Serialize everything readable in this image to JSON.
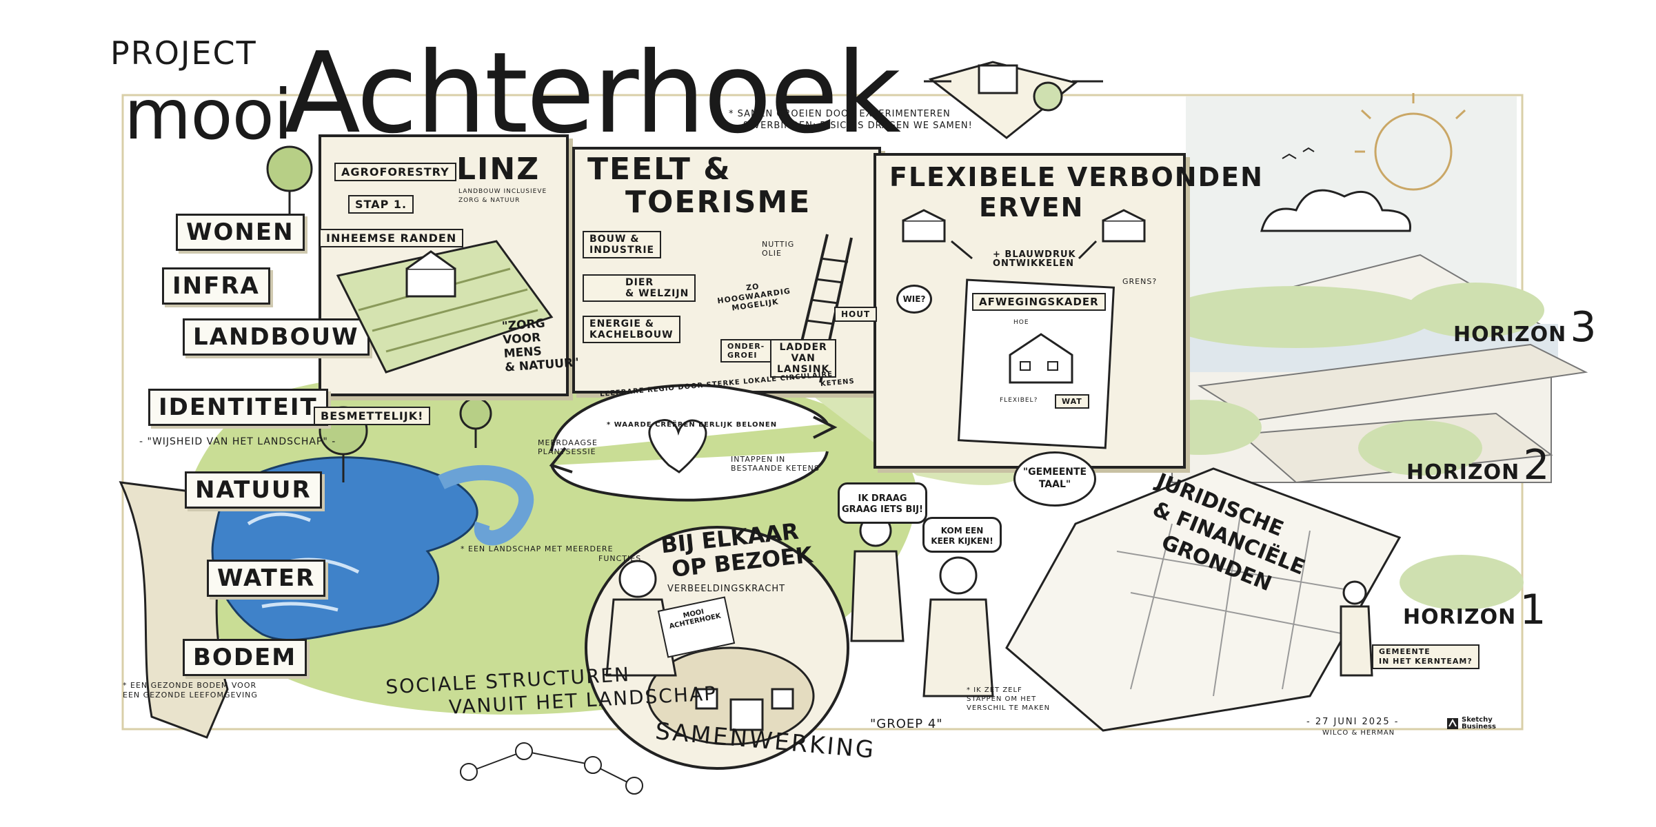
{
  "header": {
    "project": "PROJECT",
    "mooi": "mooi",
    "title": "Achterhoek"
  },
  "top_note": {
    "line1": "* SAMEN GROEIEN DOOR EXPERIMENTEREN",
    "line2": "& VERBINDEN: RISICO'S DRAGEN WE SAMEN!"
  },
  "themes": [
    {
      "name": "theme-wonen",
      "label": "WONEN"
    },
    {
      "name": "theme-infra",
      "label": "INFRA"
    },
    {
      "name": "theme-landbouw",
      "label": "LANDBOUW"
    },
    {
      "name": "theme-identiteit",
      "label": "IDENTITEIT"
    },
    {
      "name": "theme-natuur",
      "label": "NATUUR"
    },
    {
      "name": "theme-water",
      "label": "WATER"
    },
    {
      "name": "theme-bodem",
      "label": "BODEM"
    }
  ],
  "wijsheid": "- \"WIJSHEID VAN HET LANDSCHAP\" -",
  "bodem_note": {
    "line1": "* EEN GEZONDE BODEM VOOR",
    "line2": "EEN GEZONDE LEEFOMGEVING"
  },
  "panel_linz": {
    "title": "LINZ",
    "subtitle1": "LANDBOUW INCLUSIEVE",
    "subtitle2": "ZORG & NATUUR",
    "tag_agroforestry": "AGROFORESTRY",
    "tag_stap": "STAP 1.",
    "tag_inheemse": "INHEEMSE RANDEN",
    "quote1": "\"ZORG",
    "quote2": "VOOR",
    "quote3": "MENS",
    "quote4": "& NATUUR\""
  },
  "besmettelijk": "BESMETTELIJK!",
  "panel_teelt": {
    "title1": "TEELT &",
    "title2": "TOERISME",
    "tag_bouw1": "BOUW &",
    "tag_bouw2": "INDUSTRIE",
    "tag_dier1": "DIER",
    "tag_dier2": "& WELZIJN",
    "tag_energie1": "ENERGIE &",
    "tag_energie2": "KACHELBOUW",
    "nuttig1": "NUTTIG",
    "nuttig2": "OLIE",
    "hoogw1": "ZO",
    "hoogw2": "HOOGWAARDIG",
    "hoogw3": "MOGELIJK",
    "hout": "HOUT",
    "ladder1": "LADDER",
    "ladder2": "VAN",
    "ladder3": "LANSINK",
    "onder1": "ONDER-",
    "onder2": "GROEI"
  },
  "cycle": {
    "line1": "LEEFBARE REGIO DOOR STERKE LOKALE CIRCULAIRE",
    "line2": "KETENS",
    "waarde": "* WAARDE CREËREN EERLIJK BELONEN",
    "meerdaagse1": "MEERDAAGSE",
    "meerdaagse2": "PLANTSESSIE",
    "intappen1": "INTAPPEN IN",
    "intappen2": "BESTAANDE KETENS"
  },
  "panel_erven": {
    "title1": "FLEXIBELE VERBONDEN",
    "title2": "ERVEN",
    "blauwdruk1": "+ BLAUWDRUK",
    "blauwdruk2": "ONTWIKKELEN",
    "grens": "GRENS?",
    "wie": "WIE?",
    "afweging": "AFWEGINGSKADER",
    "hoe": "HOE",
    "wat": "WAT",
    "flexibel": "FLEXIBEL?"
  },
  "gemeente_taal1": "\"GEMEENTE",
  "gemeente_taal2": "TAAL\"",
  "landschap_note1": "* EEN LANDSCHAP MET MEERDERE",
  "landschap_note2": "FUNCTIES",
  "bezoek": {
    "line1": "BIJ ELKAAR",
    "line2": "OP BEZOEK",
    "verbeelding": "VERBEELDINGSKRACHT",
    "card1": "MOOI",
    "card2": "ACHTERHOEK"
  },
  "sociale1": "SOCIALE STRUCTUREN",
  "sociale2": "VANUIT HET LANDSCHAP",
  "samenwerking": "SAMENWERKING",
  "speech_draag1": "IK DRAAG",
  "speech_draag2": "GRAAG IETS BIJ!",
  "speech_kom1": "KOM EEN",
  "speech_kom2": "KEER KIJKEN!",
  "groep": "\"GROEP 4\"",
  "stappen_note1": "* IK ZET ZELF",
  "stappen_note2": "STAPPEN OM HET",
  "stappen_note3": "VERSCHIL TE MAKEN",
  "juridische1": "JURIDISCHE",
  "juridische2": "& FINANCIËLE",
  "juridische3": "GRONDEN",
  "horizons": [
    {
      "label": "HORIZON",
      "num": "3"
    },
    {
      "label": "HORIZON",
      "num": "2"
    },
    {
      "label": "HORIZON",
      "num": "1"
    }
  ],
  "gemeente_kern1": "GEMEENTE",
  "gemeente_kern2": "IN HET KERNTEAM?",
  "date": "- 27 JUNI 2025 -",
  "authors": "WILCO & HERMAN",
  "brand1": "Sketchy",
  "brand2": "Business",
  "colors": {
    "green": "#c9dd95",
    "water": "#3f82c9",
    "ink": "#1a1a1a",
    "paper": "#f5f1e3"
  }
}
